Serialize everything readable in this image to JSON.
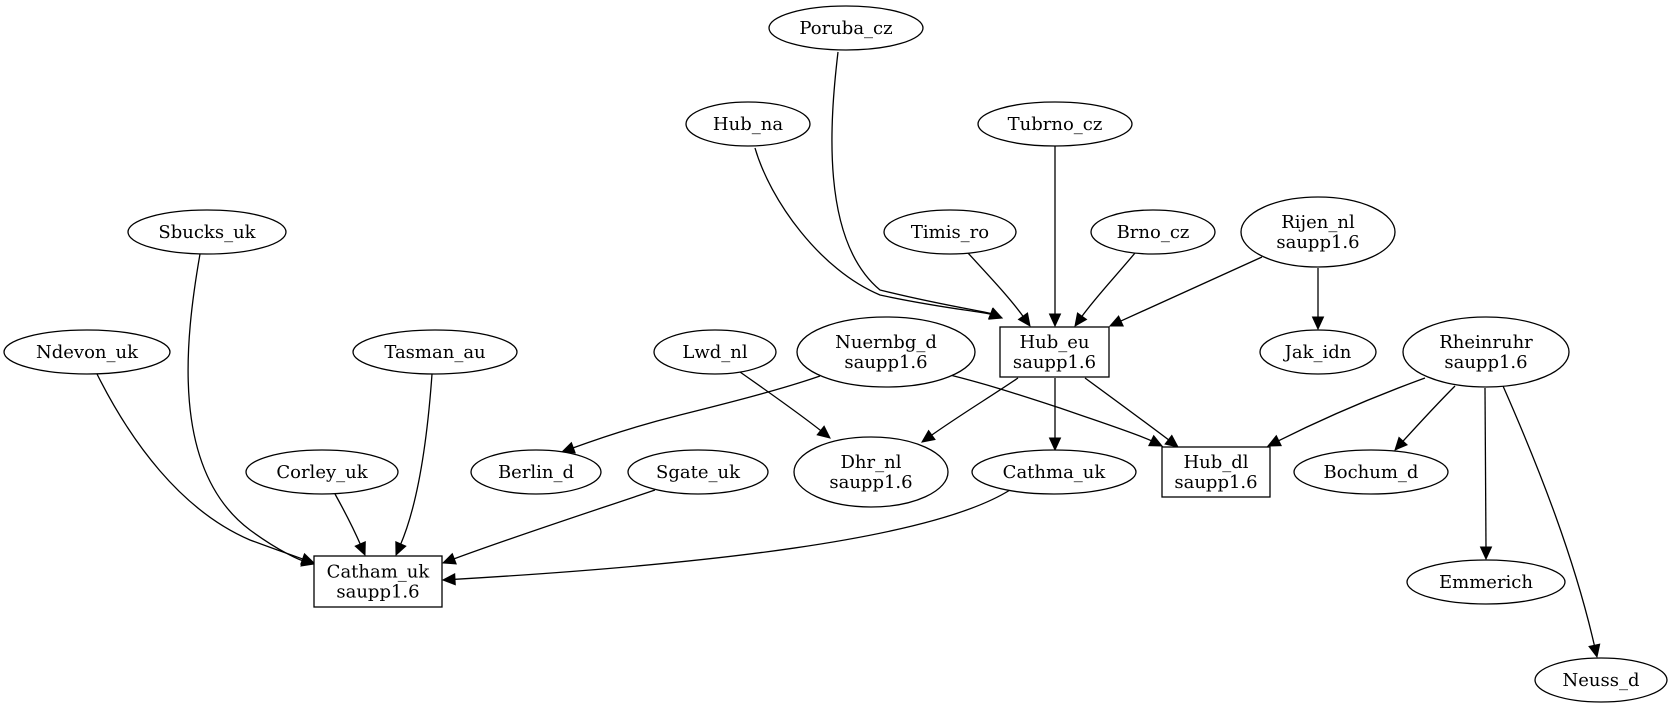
{
  "graph": {
    "nodes": [
      {
        "id": "poruba_cz",
        "lines": [
          "Poruba_cz"
        ],
        "shape": "ellipse"
      },
      {
        "id": "hub_na",
        "lines": [
          "Hub_na"
        ],
        "shape": "ellipse"
      },
      {
        "id": "tubrno_cz",
        "lines": [
          "Tubrno_cz"
        ],
        "shape": "ellipse"
      },
      {
        "id": "sbucks_uk",
        "lines": [
          "Sbucks_uk"
        ],
        "shape": "ellipse"
      },
      {
        "id": "timis_ro",
        "lines": [
          "Timis_ro"
        ],
        "shape": "ellipse"
      },
      {
        "id": "brno_cz",
        "lines": [
          "Brno_cz"
        ],
        "shape": "ellipse"
      },
      {
        "id": "rijen_nl",
        "lines": [
          "Rijen_nl",
          "saupp1.6"
        ],
        "shape": "ellipse"
      },
      {
        "id": "ndevon_uk",
        "lines": [
          "Ndevon_uk"
        ],
        "shape": "ellipse"
      },
      {
        "id": "tasman_au",
        "lines": [
          "Tasman_au"
        ],
        "shape": "ellipse"
      },
      {
        "id": "lwd_nl",
        "lines": [
          "Lwd_nl"
        ],
        "shape": "ellipse"
      },
      {
        "id": "nuernbg_d",
        "lines": [
          "Nuernbg_d",
          "saupp1.6"
        ],
        "shape": "ellipse"
      },
      {
        "id": "hub_eu",
        "lines": [
          "Hub_eu",
          "saupp1.6"
        ],
        "shape": "box"
      },
      {
        "id": "jak_idn",
        "lines": [
          "Jak_idn"
        ],
        "shape": "ellipse"
      },
      {
        "id": "rheinruhr",
        "lines": [
          "Rheinruhr",
          "saupp1.6"
        ],
        "shape": "ellipse"
      },
      {
        "id": "corley_uk",
        "lines": [
          "Corley_uk"
        ],
        "shape": "ellipse"
      },
      {
        "id": "berlin_d",
        "lines": [
          "Berlin_d"
        ],
        "shape": "ellipse"
      },
      {
        "id": "sgate_uk",
        "lines": [
          "Sgate_uk"
        ],
        "shape": "ellipse"
      },
      {
        "id": "dhr_nl",
        "lines": [
          "Dhr_nl",
          "saupp1.6"
        ],
        "shape": "ellipse"
      },
      {
        "id": "cathma_uk",
        "lines": [
          "Cathma_uk"
        ],
        "shape": "ellipse"
      },
      {
        "id": "hub_dl",
        "lines": [
          "Hub_dl",
          "saupp1.6"
        ],
        "shape": "box"
      },
      {
        "id": "bochum_d",
        "lines": [
          "Bochum_d"
        ],
        "shape": "ellipse"
      },
      {
        "id": "catham_uk",
        "lines": [
          "Catham_uk",
          "saupp1.6"
        ],
        "shape": "box"
      },
      {
        "id": "emmerich",
        "lines": [
          "Emmerich"
        ],
        "shape": "ellipse"
      },
      {
        "id": "neuss_d",
        "lines": [
          "Neuss_d"
        ],
        "shape": "ellipse"
      }
    ],
    "edges": [
      {
        "from": "poruba_cz",
        "to": "hub_eu"
      },
      {
        "from": "hub_na",
        "to": "hub_eu"
      },
      {
        "from": "tubrno_cz",
        "to": "hub_eu"
      },
      {
        "from": "timis_ro",
        "to": "hub_eu"
      },
      {
        "from": "brno_cz",
        "to": "hub_eu"
      },
      {
        "from": "rijen_nl",
        "to": "hub_eu"
      },
      {
        "from": "rijen_nl",
        "to": "jak_idn"
      },
      {
        "from": "sbucks_uk",
        "to": "catham_uk"
      },
      {
        "from": "ndevon_uk",
        "to": "catham_uk"
      },
      {
        "from": "tasman_au",
        "to": "catham_uk"
      },
      {
        "from": "corley_uk",
        "to": "catham_uk"
      },
      {
        "from": "sgate_uk",
        "to": "catham_uk"
      },
      {
        "from": "cathma_uk",
        "to": "catham_uk"
      },
      {
        "from": "lwd_nl",
        "to": "dhr_nl"
      },
      {
        "from": "nuernbg_d",
        "to": "berlin_d"
      },
      {
        "from": "nuernbg_d",
        "to": "hub_dl"
      },
      {
        "from": "hub_eu",
        "to": "dhr_nl"
      },
      {
        "from": "hub_eu",
        "to": "cathma_uk"
      },
      {
        "from": "hub_eu",
        "to": "hub_dl"
      },
      {
        "from": "rheinruhr",
        "to": "hub_dl"
      },
      {
        "from": "rheinruhr",
        "to": "bochum_d"
      },
      {
        "from": "rheinruhr",
        "to": "emmerich"
      },
      {
        "from": "rheinruhr",
        "to": "neuss_d"
      }
    ]
  }
}
